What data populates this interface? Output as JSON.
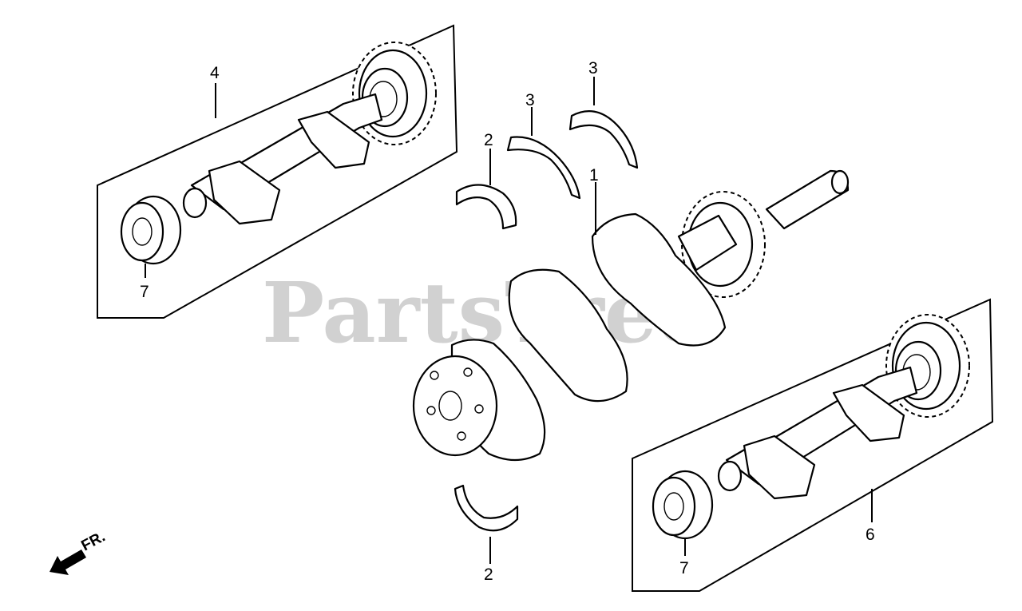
{
  "diagram": {
    "callouts": {
      "crankshaft": "1",
      "bearing_upper": "2",
      "bearing_lower": "2",
      "thrust_washer_left": "3",
      "thrust_washer_right": "3",
      "balancer_upper_assy": "4",
      "balancer_lower_assy": "6",
      "ball_bearing_upper": "7",
      "ball_bearing_lower": "7"
    },
    "direction_label": "FR.",
    "watermark": "PartsTree"
  }
}
